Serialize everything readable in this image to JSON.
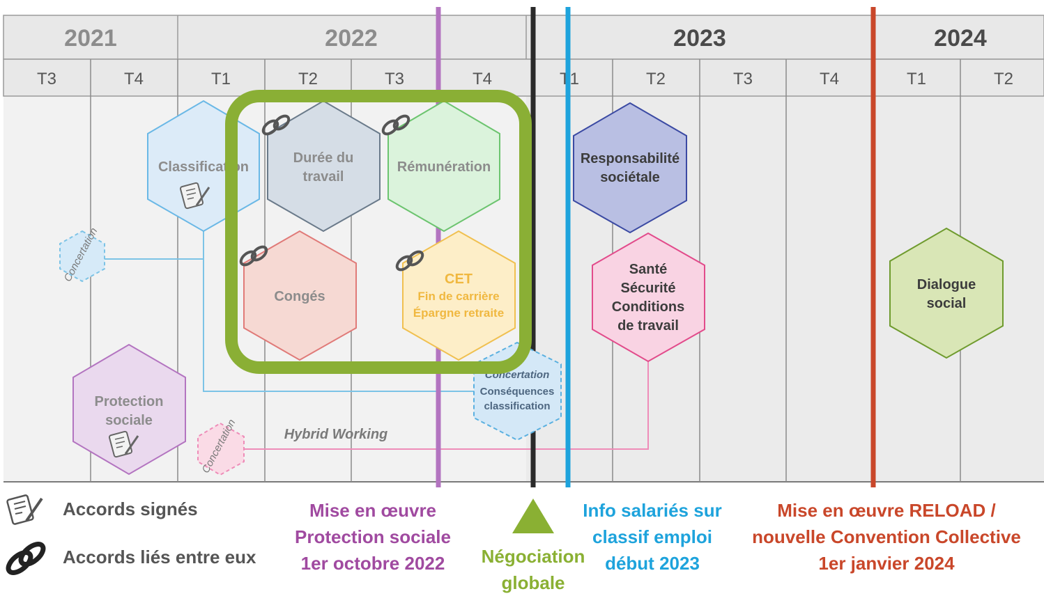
{
  "years": [
    "2021",
    "2022",
    "2023",
    "2024"
  ],
  "quarters": [
    "T3",
    "T4",
    "T1",
    "T2",
    "T3",
    "T4",
    "T1",
    "T2",
    "T3",
    "T4",
    "T1",
    "T2"
  ],
  "hexagons": {
    "classification": "Classification",
    "duree_line1": "Durée du",
    "duree_line2": "travail",
    "remuneration": "Rémunération",
    "conges": "Congés",
    "cet_title": "CET",
    "cet_line2": "Fin de carrière",
    "cet_line3": "Épargne retraite",
    "responsabilite_line1": "Responsabilité",
    "responsabilite_line2": "sociétale",
    "sante_line1": "Santé",
    "sante_line2": "Sécurité",
    "sante_line3": "Conditions",
    "sante_line4": "de travail",
    "dialogue_line1": "Dialogue",
    "dialogue_line2": "social",
    "protection_line1": "Protection",
    "protection_line2": "sociale",
    "concertation": "Concertation",
    "consequences_line1": "Conséquences",
    "consequences_line2": "classification"
  },
  "hybrid_working": "Hybrid Working",
  "legend": {
    "signed": "Accords signés",
    "linked": "Accords liés entre eux"
  },
  "milestones": {
    "protection": [
      "Mise en œuvre",
      "Protection sociale",
      "1er octobre 2022"
    ],
    "negociation": [
      "Négociation",
      "globale"
    ],
    "info": [
      "Info salariés sur",
      "classif emploi",
      "début 2023"
    ],
    "reload": [
      "Mise en œuvre RELOAD /",
      "nouvelle Convention Collective",
      "1er janvier 2024"
    ]
  },
  "colors": {
    "protection": "#a04aa0",
    "negociation": "#8ab033",
    "info": "#1ea3dc",
    "reload": "#c9472a",
    "frame": "#8aaf35"
  }
}
